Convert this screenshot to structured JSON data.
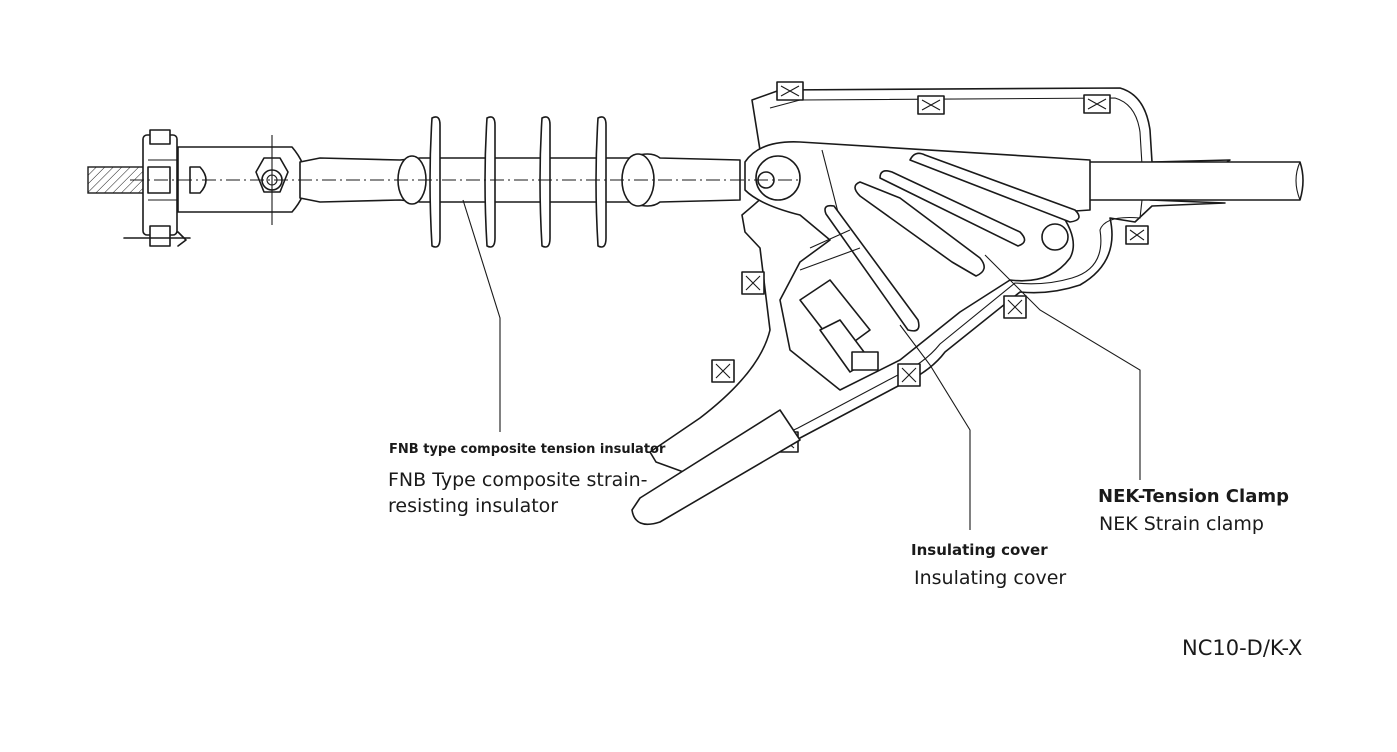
{
  "labels": {
    "insulator_cn": "FNB type composite tension insulator",
    "insulator_en_line1": "FNB Type composite strain-",
    "insulator_en_line2": "resisting insulator",
    "clamp_cn": "NEK-Tension Clamp",
    "clamp_en": "NEK Strain clamp",
    "cover_cn": "Insulating cover",
    "cover_en": "Insulating cover",
    "model": "NC10-D/K-X"
  },
  "colors": {
    "line": "#1a1a1a",
    "background": "#ffffff"
  }
}
